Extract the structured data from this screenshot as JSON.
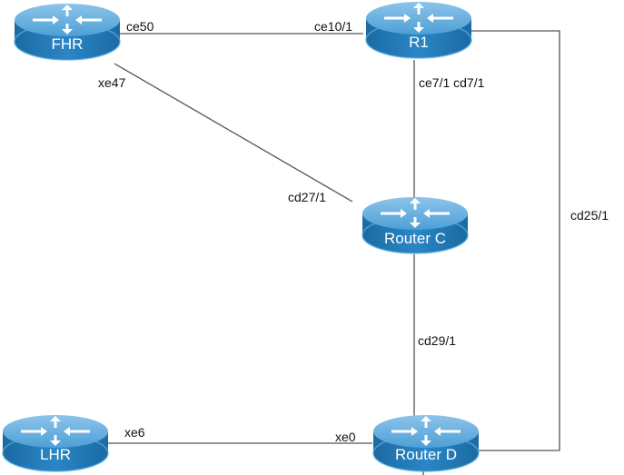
{
  "diagram": {
    "routers": [
      {
        "id": "fhr",
        "name": "FHR"
      },
      {
        "id": "r1",
        "name": "R1"
      },
      {
        "id": "routerc",
        "name": "Router C"
      },
      {
        "id": "lhr",
        "name": "LHR"
      },
      {
        "id": "routerd",
        "name": "Router D"
      }
    ],
    "links": [
      {
        "from": "FHR",
        "to": "R1",
        "from_port": "ce50",
        "to_port": "ce10/1"
      },
      {
        "from": "FHR",
        "to": "Router C",
        "from_port": "xe47",
        "to_port": "cd27/1"
      },
      {
        "from": "R1",
        "to": "Router C",
        "from_port": "ce7/1 cd7/1",
        "to_port": ""
      },
      {
        "from": "R1",
        "to": "Router D",
        "from_port": "",
        "to_port": "",
        "label": "cd25/1"
      },
      {
        "from": "Router C",
        "to": "Router D",
        "from_port": "",
        "to_port": "",
        "label": "cd29/1"
      },
      {
        "from": "LHR",
        "to": "Router D",
        "from_port": "xe6",
        "to_port": "xe0"
      }
    ],
    "labels": {
      "ce50": "ce50",
      "ce10_1": "ce10/1",
      "xe47": "xe47",
      "ce7_cd7": "ce7/1 cd7/1",
      "cd27_1": "cd27/1",
      "cd25_1": "cd25/1",
      "cd29_1": "cd29/1",
      "xe6": "xe6",
      "xe0": "xe0"
    },
    "colors": {
      "router_body": "#1a6fa8",
      "router_top": "#4a9bd1",
      "link": "#555555"
    }
  }
}
